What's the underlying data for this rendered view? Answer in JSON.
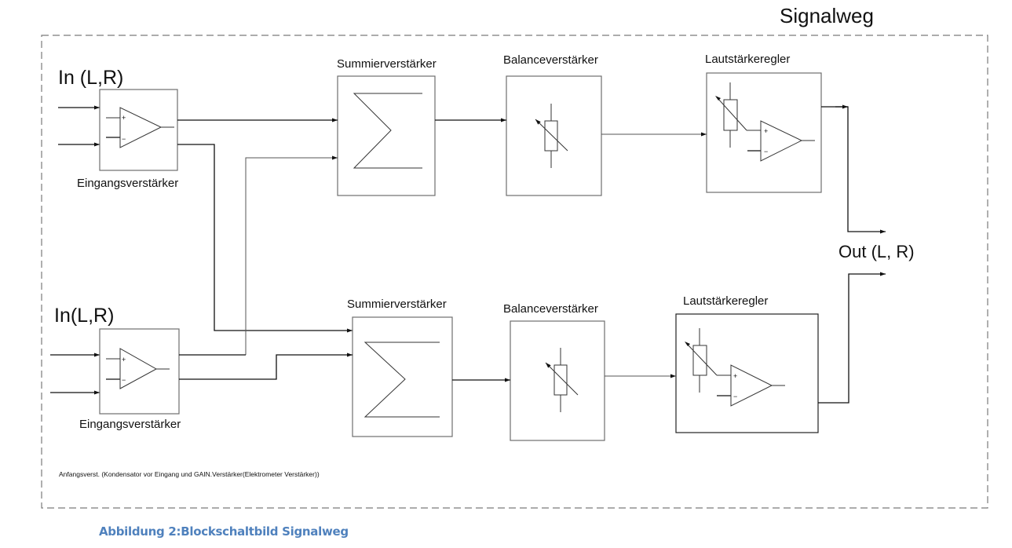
{
  "title": "Signalweg",
  "caption": "Abbildung 2:Blockschaltbild Signalweg",
  "footnote": "Anfangsverst. (Kondensator vor Eingang und GAIN.Verstärker(Elektrometer Verstärker))",
  "channels": [
    {
      "input_label": "In (L,R)",
      "input_amp": "Eingangsverstärker",
      "summing_amp": "Summierverstärker",
      "balance_amp": "Balanceverstärker",
      "volume_control": "Lautstärkeregler"
    },
    {
      "input_label": "In(L,R)",
      "input_amp": "Eingangsverstärker",
      "summing_amp": "Summierverstärker",
      "balance_amp": "Balanceverstärker",
      "volume_control": "Lautstärkeregler"
    }
  ],
  "output_label": "Out (L, R)",
  "symbols": {
    "summation": "Σ",
    "opamp_plus": "+",
    "opamp_minus": "−"
  },
  "colors": {
    "caption": "#4f81bd",
    "frame": "#7a7a7a",
    "lines": "#111111"
  }
}
